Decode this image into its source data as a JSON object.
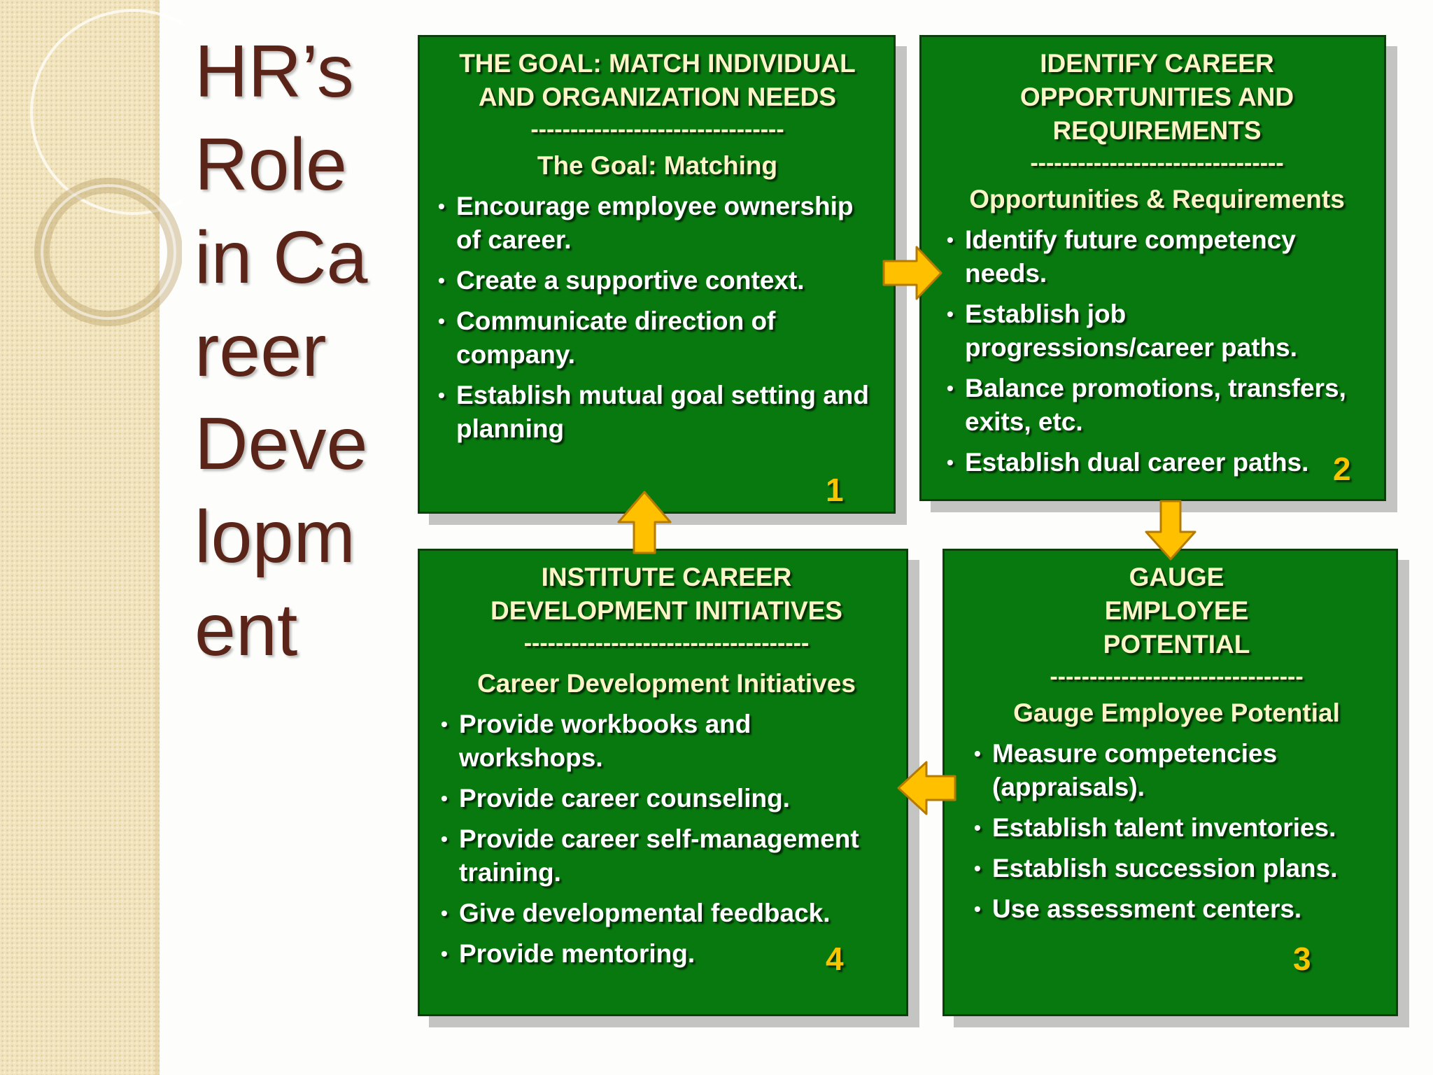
{
  "slide_title": "HR’s Role in Career Development",
  "colors": {
    "box_green": "#08790f",
    "title_brown": "#5a2418",
    "number_yellow": "#f7c400",
    "arrow_yellow": "#ffc000"
  },
  "boxes": [
    {
      "heading": "THE GOAL: MATCH INDIVIDUAL AND ORGANIZATION NEEDS",
      "divider": "--------------------------------",
      "subheading": "The Goal: Matching",
      "items": [
        "Encourage employee ownership of career.",
        "Create a supportive context.",
        "Communicate direction of company.",
        "Establish mutual goal setting and planning"
      ],
      "number": "1"
    },
    {
      "heading": "IDENTIFY CAREER OPPORTUNITIES AND REQUIREMENTS",
      "divider": "--------------------------------",
      "subheading": "Opportunities & Requirements",
      "items": [
        "Identify future competency needs.",
        "Establish job progressions/career paths.",
        "Balance promotions, transfers, exits, etc.",
        "Establish dual career paths."
      ],
      "number": "2"
    },
    {
      "heading": "GAUGE EMPLOYEE POTENTIAL",
      "divider": "--------------------------------",
      "subheading": "Gauge Employee Potential",
      "items": [
        "Measure competencies (appraisals).",
        "Establish talent inventories.",
        "Establish succession plans.",
        "Use assessment centers."
      ],
      "number": "3"
    },
    {
      "heading": "INSTITUTE CAREER DEVELOPMENT INITIATIVES",
      "divider": "------------------------------------",
      "subheading": "Career Development Initiatives",
      "items": [
        "Provide workbooks and workshops.",
        "Provide career counseling.",
        "Provide career self-management training.",
        "Give developmental feedback.",
        "Provide mentoring."
      ],
      "number": "4"
    }
  ]
}
